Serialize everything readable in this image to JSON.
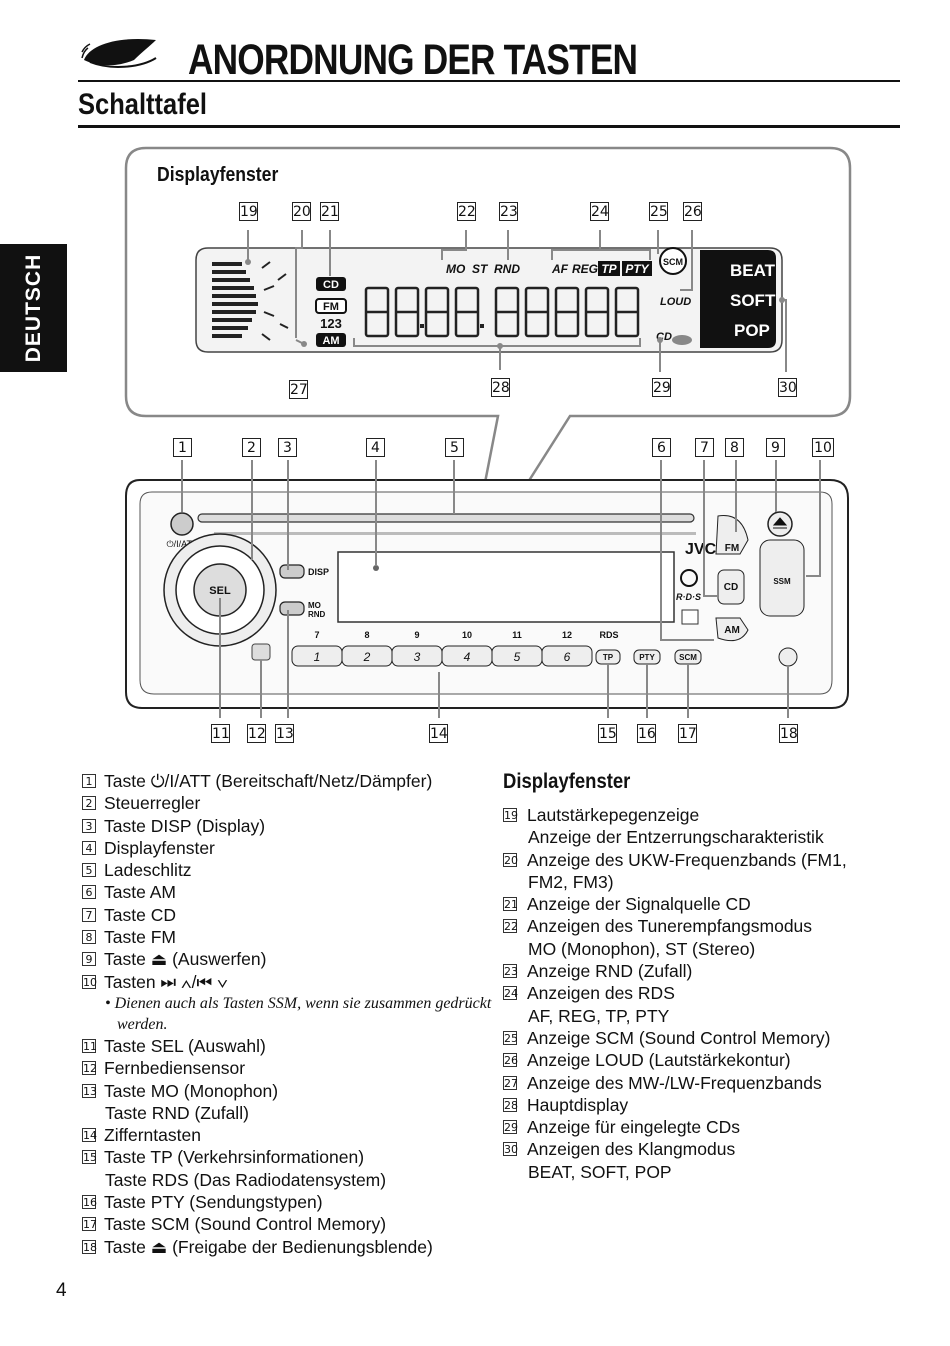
{
  "header": {
    "title": "ANORDNUNG DER TASTEN",
    "subtitle": "Schalttafel",
    "side_tab": "DEUTSCH"
  },
  "panel": {
    "display_label": "Displayfenster",
    "display_segments": {
      "cd": "CD",
      "fm": "FM",
      "digits": "123",
      "am": "AM",
      "mo": "MO",
      "st": "ST",
      "rnd": "RND",
      "af": "AF",
      "reg": "REG",
      "tp": "TP",
      "pty": "PTY",
      "scm": "SCM",
      "loud": "LOUD",
      "cd_disc": "CD",
      "beat": "BEAT",
      "soft": "SOFT",
      "pop": "POP"
    },
    "unit_labels": {
      "power": "⏻/I/ATT",
      "sel": "SEL",
      "disp": "DISP",
      "mo_rnd_1": "MO",
      "mo_rnd_2": "RND",
      "jvc": "JVC",
      "rds": "R·D·S",
      "fm": "FM",
      "cd": "CD",
      "am": "AM",
      "ssm": "SSM",
      "rds_label": "RDS",
      "tp": "TP",
      "pty": "PTY",
      "scm": "SCM",
      "preset_top": [
        "7",
        "8",
        "9",
        "10",
        "11",
        "12"
      ],
      "preset_bottom": [
        "1",
        "2",
        "3",
        "4",
        "5",
        "6"
      ]
    },
    "callouts_top": [
      "19",
      "20",
      "21",
      "22",
      "23",
      "24",
      "25",
      "26"
    ],
    "callouts_display_bottom": [
      "27",
      "28",
      "29",
      "30"
    ],
    "callouts_unit_top": [
      "1",
      "2",
      "3",
      "4",
      "5",
      "6",
      "7",
      "8",
      "9",
      "10"
    ],
    "callouts_unit_bottom": [
      "11",
      "12",
      "13",
      "14",
      "15",
      "16",
      "17",
      "18"
    ]
  },
  "list_left": {
    "items": [
      {
        "num": "1",
        "text": "Taste ⏻/I/ATT (Bereitschaft/Netz/Dämpfer)"
      },
      {
        "num": "2",
        "text": "Steuerregler"
      },
      {
        "num": "3",
        "text": "Taste DISP (Display)"
      },
      {
        "num": "4",
        "text": "Displayfenster"
      },
      {
        "num": "5",
        "text": "Ladeschlitz"
      },
      {
        "num": "6",
        "text": "Taste AM"
      },
      {
        "num": "7",
        "text": "Taste CD"
      },
      {
        "num": "8",
        "text": "Taste FM"
      },
      {
        "num": "9",
        "text": "Taste ⏏ (Auswerfen)"
      },
      {
        "num": "10",
        "text": "Tasten ⏭ ∧/⏮ ∨"
      },
      {
        "num": "11",
        "text": "Taste SEL (Auswahl)"
      },
      {
        "num": "12",
        "text": "Fernbediensensor"
      },
      {
        "num": "13",
        "text": "Taste MO (Monophon)"
      },
      {
        "num": "14",
        "text": "Zifferntasten"
      },
      {
        "num": "15",
        "text": "Taste TP (Verkehrsinformationen)"
      },
      {
        "num": "16",
        "text": "Taste PTY (Sendungstypen)"
      },
      {
        "num": "17",
        "text": "Taste SCM (Sound Control Memory)"
      },
      {
        "num": "18",
        "text": "Taste ⏏ (Freigabe der Bedienungsblende)"
      }
    ],
    "note": "• Dienen auch als Tasten SSM, wenn sie zusammen gedrückt werden.",
    "cont_13": "Taste RND (Zufall)",
    "cont_15": "Taste RDS (Das Radiodatensystem)"
  },
  "list_right": {
    "heading": "Displayfenster",
    "items": [
      {
        "num": "19",
        "text": "Lautstärkepegenzeige",
        "cont": "Anzeige der Entzerrungscharakteristik"
      },
      {
        "num": "20",
        "text": "Anzeige des UKW-Frequenzbands (FM1,",
        "cont": "FM2, FM3)"
      },
      {
        "num": "21",
        "text": "Anzeige der Signalquelle CD",
        "cont": ""
      },
      {
        "num": "22",
        "text": "Anzeigen des Tunerempfangsmodus",
        "cont": "MO (Monophon), ST (Stereo)"
      },
      {
        "num": "23",
        "text": "Anzeige RND (Zufall)",
        "cont": ""
      },
      {
        "num": "24",
        "text": "Anzeigen des RDS",
        "cont": "AF, REG, TP, PTY"
      },
      {
        "num": "25",
        "text": "Anzeige SCM (Sound Control Memory)",
        "cont": ""
      },
      {
        "num": "26",
        "text": "Anzeige LOUD (Lautstärkekontur)",
        "cont": ""
      },
      {
        "num": "27",
        "text": "Anzeige des MW-/LW-Frequenzbands",
        "cont": ""
      },
      {
        "num": "28",
        "text": "Hauptdisplay",
        "cont": ""
      },
      {
        "num": "29",
        "text": "Anzeige für eingelegte CDs",
        "cont": ""
      },
      {
        "num": "30",
        "text": "Anzeigen des Klangmodus",
        "cont": "BEAT, SOFT, POP"
      }
    ]
  },
  "footer": {
    "page_number": "4"
  }
}
